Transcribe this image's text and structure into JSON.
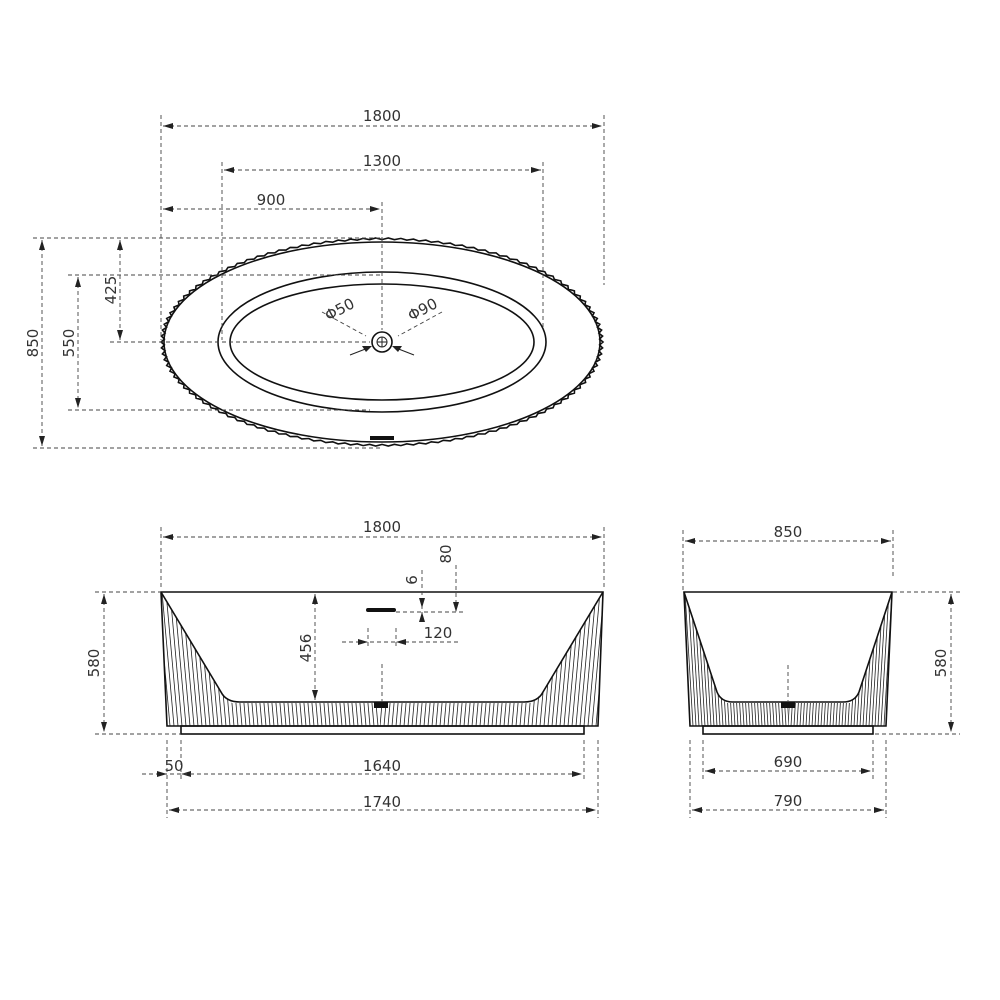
{
  "top_view": {
    "overall_length": "1800",
    "inner_length": "1300",
    "drain_offset_x": "900",
    "overall_width": "850",
    "inner_width": "550",
    "drain_offset_y": "425",
    "drain_inner_dia": "Φ50",
    "drain_outer_dia": "Φ90"
  },
  "front_view": {
    "overall_length": "1800",
    "height": "580",
    "inner_depth": "456",
    "overflow_height": "6",
    "overflow_top": "80",
    "overflow_width": "120",
    "rim_left": "50",
    "base_inner_length": "1640",
    "base_length": "1740"
  },
  "side_view": {
    "overall_width": "850",
    "height": "580",
    "base_inner_width": "690",
    "base_width": "790"
  },
  "colors": {
    "line": "#111111",
    "dimension": "#444444",
    "text": "#333333"
  }
}
